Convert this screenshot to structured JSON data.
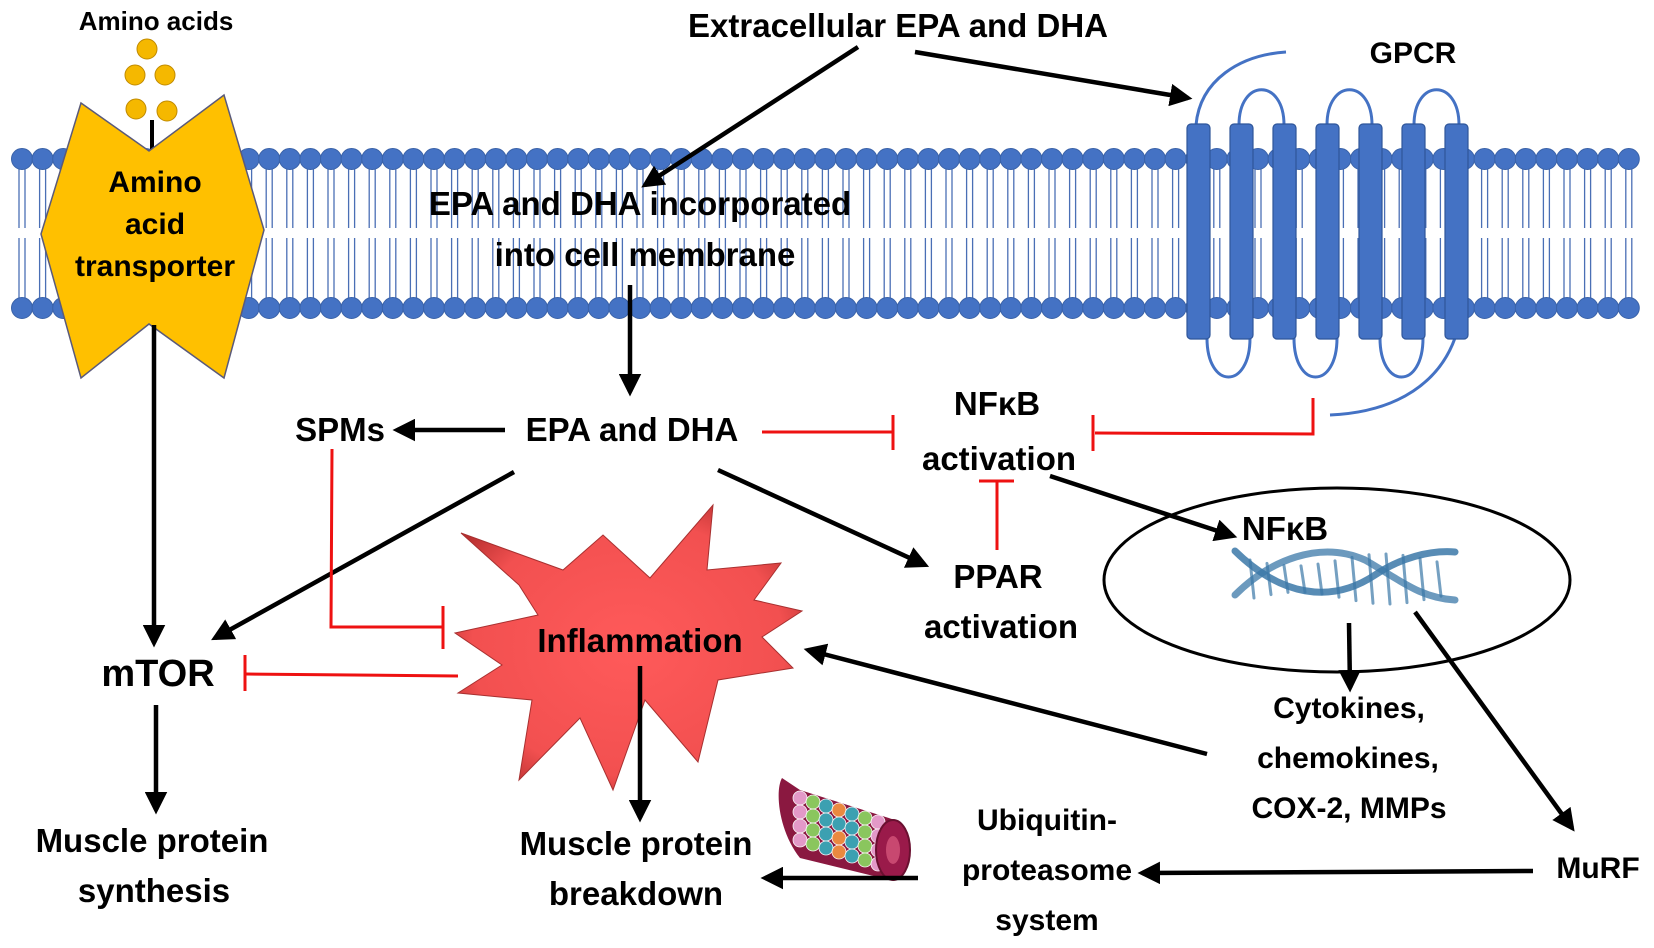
{
  "colors": {
    "membrane_head": "#4472c4",
    "membrane_tail": "#4a6fb5",
    "gpcr": "#4472c4",
    "transporter": "#ffc000",
    "amino_acid": "#f5b800",
    "inflammation": "#f05050",
    "inhibition": "#ee1111",
    "activation": "#000000",
    "dna": "#3b78a8"
  },
  "labels": {
    "amino_acids": "Amino acids",
    "transporter": [
      "Amino",
      "acid",
      "transporter"
    ],
    "extracellular": "Extracellular EPA and DHA",
    "gpcr": "GPCR",
    "incorporated": [
      "EPA and DHA incorporated",
      "into cell membrane"
    ],
    "spms": "SPMs",
    "epa_dha": "EPA and DHA",
    "nfkb_activation": [
      "NFκB",
      "activation"
    ],
    "ppar_activation": [
      "PPAR",
      "activation"
    ],
    "nfkb_nucleus": "NFκB",
    "inflammation": "Inflammation",
    "mtor": "mTOR",
    "synthesis": [
      "Muscle protein",
      "synthesis"
    ],
    "breakdown": [
      "Muscle protein",
      "breakdown"
    ],
    "ups": [
      "Ubiquitin-",
      "proteasome",
      "system"
    ],
    "cytokines": [
      "Cytokines,",
      "chemokines,",
      "COX-2, MMPs"
    ],
    "murf": "MuRF"
  },
  "icons": {
    "transporter": "amino-acid-transporter-icon",
    "gpcr": "gpcr-icon",
    "dna": "dna-helix-icon",
    "proteasome": "proteasome-icon",
    "inflammation": "inflammation-burst-icon",
    "nucleus": "nucleus-ellipse-icon"
  },
  "relations": [
    {
      "from": "Extracellular EPA and DHA",
      "to": "EPA and DHA incorporated into cell membrane",
      "type": "activates"
    },
    {
      "from": "Extracellular EPA and DHA",
      "to": "GPCR",
      "type": "activates"
    },
    {
      "from": "EPA and DHA incorporated into cell membrane",
      "to": "EPA and DHA",
      "type": "activates"
    },
    {
      "from": "EPA and DHA",
      "to": "SPMs",
      "type": "activates"
    },
    {
      "from": "EPA and DHA",
      "to": "NFκB activation",
      "type": "inhibits"
    },
    {
      "from": "GPCR",
      "to": "NFκB activation",
      "type": "inhibits"
    },
    {
      "from": "EPA and DHA",
      "to": "PPAR activation",
      "type": "activates"
    },
    {
      "from": "PPAR activation",
      "to": "NFκB activation",
      "type": "inhibits"
    },
    {
      "from": "EPA and DHA",
      "to": "mTOR",
      "type": "activates"
    },
    {
      "from": "SPMs",
      "to": "Inflammation",
      "type": "inhibits"
    },
    {
      "from": "Amino acid transporter",
      "to": "mTOR",
      "type": "activates"
    },
    {
      "from": "Inflammation",
      "to": "mTOR",
      "type": "inhibits"
    },
    {
      "from": "NFκB activation",
      "to": "NFκB (nucleus)",
      "type": "activates"
    },
    {
      "from": "NFκB (nucleus)",
      "to": "Cytokines, chemokines, COX-2, MMPs",
      "type": "activates"
    },
    {
      "from": "NFκB (nucleus)",
      "to": "MuRF",
      "type": "activates"
    },
    {
      "from": "Cytokines, chemokines, COX-2, MMPs",
      "to": "Inflammation",
      "type": "activates"
    },
    {
      "from": "MuRF",
      "to": "Ubiquitin-proteasome system",
      "type": "activates"
    },
    {
      "from": "Ubiquitin-proteasome system",
      "to": "Muscle protein breakdown",
      "type": "activates"
    },
    {
      "from": "Inflammation",
      "to": "Muscle protein breakdown",
      "type": "activates"
    },
    {
      "from": "mTOR",
      "to": "Muscle protein synthesis",
      "type": "activates"
    }
  ]
}
